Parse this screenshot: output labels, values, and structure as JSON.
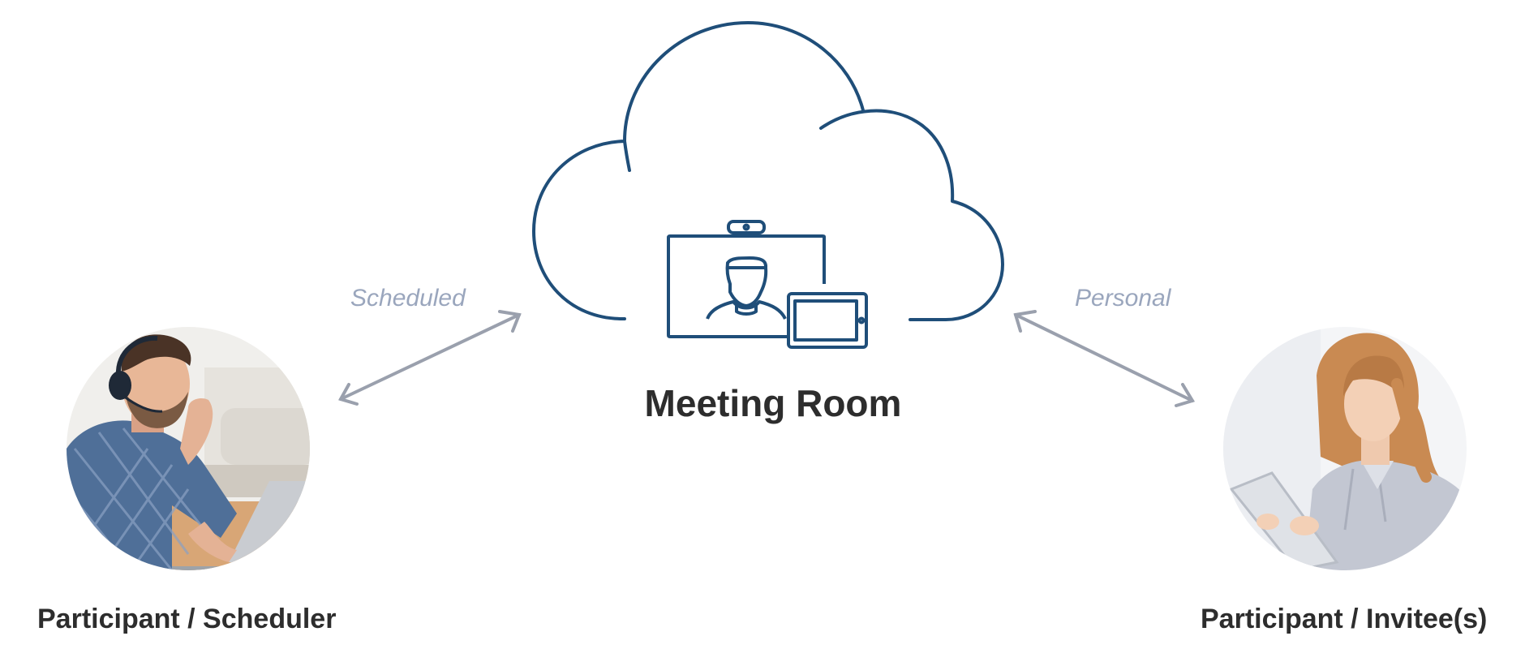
{
  "diagram": {
    "center": {
      "title": "Meeting Room",
      "icon": "cloud-video-conference-icon"
    },
    "left": {
      "label": "Participant / Scheduler",
      "link_label": "Scheduled",
      "photo": "man-with-headset-laptop"
    },
    "right": {
      "label": "Participant / Invitee(s)",
      "link_label": "Personal",
      "photo": "woman-with-tablet"
    },
    "colors": {
      "cloud_stroke": "#1f4e79",
      "arrow": "#9aa0ad",
      "link_text": "#9aa6bd",
      "label_text": "#2d2d2d"
    }
  }
}
